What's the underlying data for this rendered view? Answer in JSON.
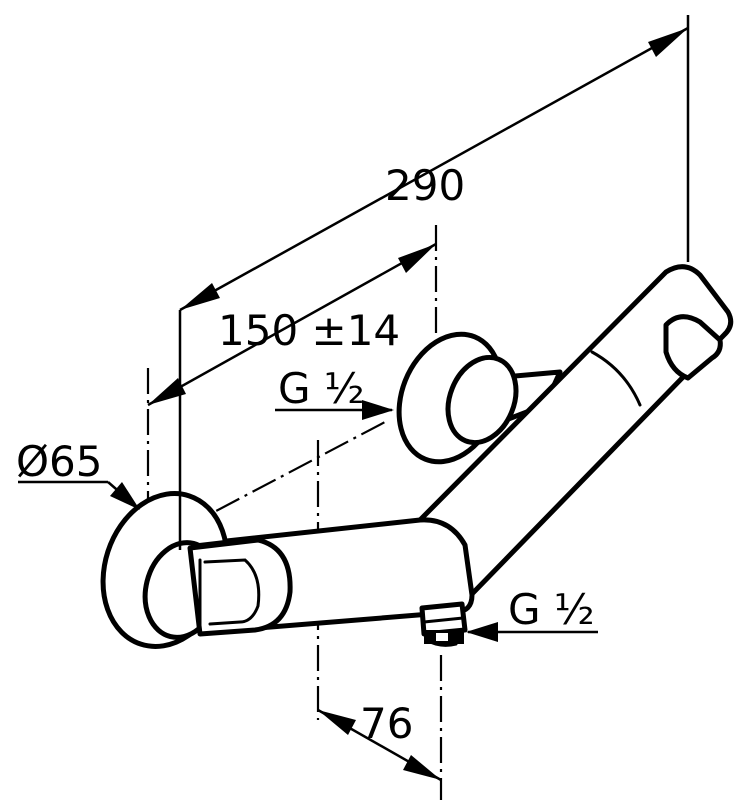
{
  "dimensions": {
    "overall_length": "290",
    "center_distance": "150 ±14",
    "diameter": "Ø65",
    "inlet_thread": "G ½",
    "outlet_thread": "G ½",
    "outlet_offset": "76"
  },
  "colors": {
    "line": "#000000",
    "background": "#ffffff"
  }
}
